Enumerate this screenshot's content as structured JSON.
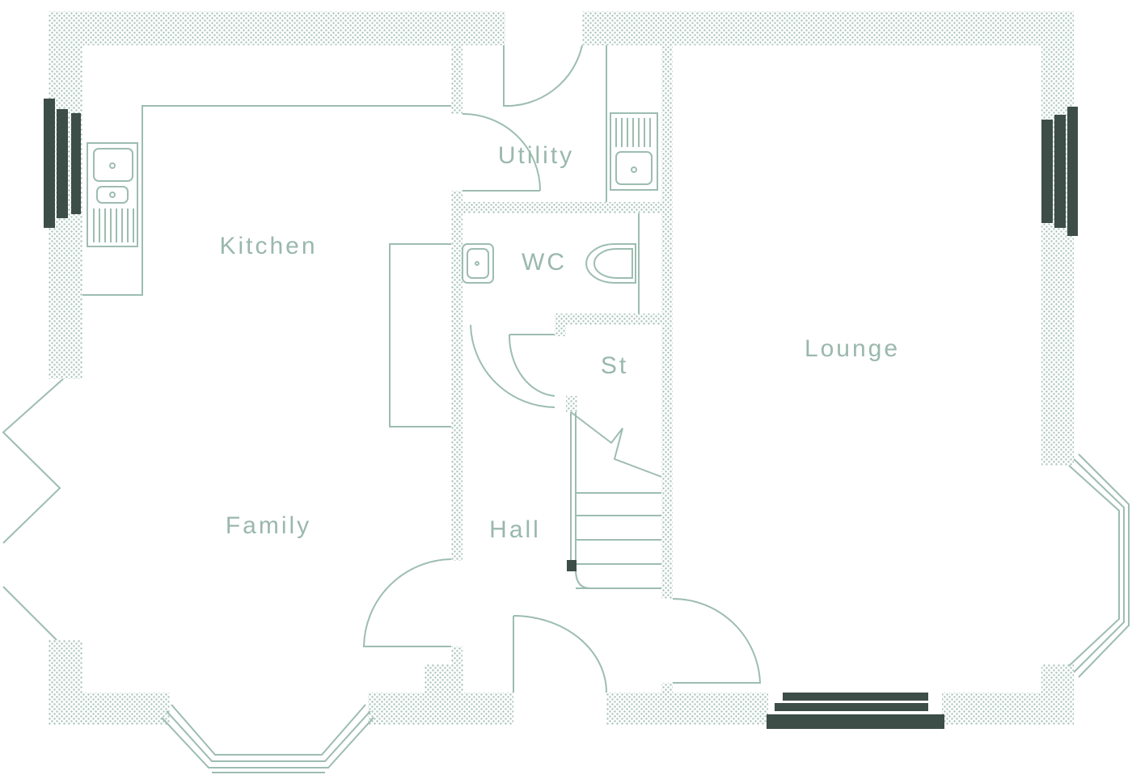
{
  "colors": {
    "line": "#9dbdb0",
    "wall_fill": "#a9c4b9",
    "label": "#9ab8ac",
    "dark": "#3d4d47",
    "background": "#ffffff"
  },
  "rooms": {
    "kitchen": "Kitchen",
    "utility": "Utility",
    "wc": "WC",
    "st": "St",
    "lounge": "Lounge",
    "family": "Family",
    "hall": "Hall"
  }
}
